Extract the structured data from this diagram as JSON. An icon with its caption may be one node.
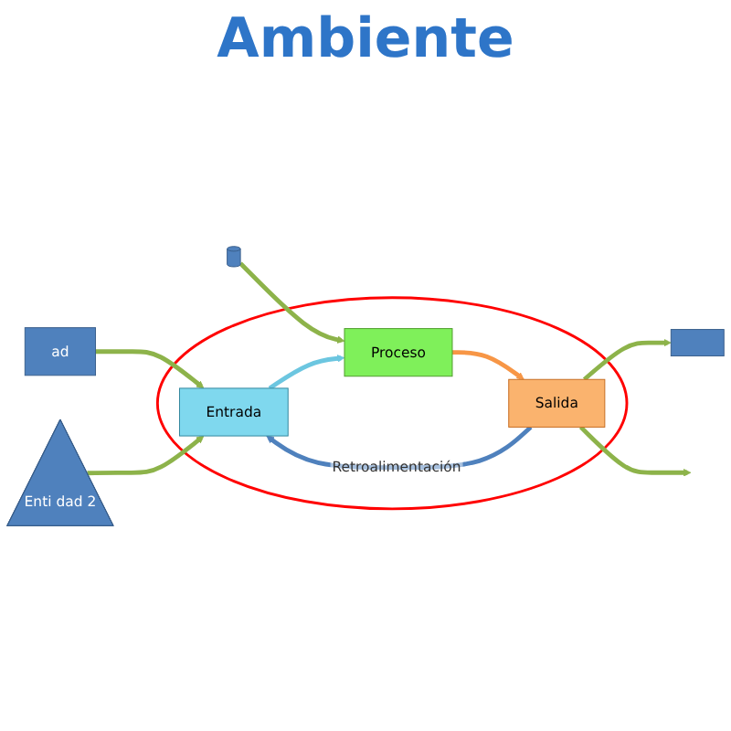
{
  "diagram": {
    "title": "Ambiente",
    "nodes": [
      {
        "text": [
          "ad"
        ]
      },
      {
        "text": [
          "Enti dad 2"
        ]
      },
      {
        "text": [],
        "shape": "cylinder"
      },
      {
        "text": [],
        "shape": "box"
      },
      {
        "text": [],
        "shape": "ellipse"
      },
      {
        "text": [
          "Entrada"
        ],
        "in": 4
      },
      {
        "text": [
          "Proceso"
        ],
        "in": 4
      },
      {
        "text": [
          "Salida"
        ],
        "in": 4
      }
    ],
    "edges": [
      {
        "from": 0,
        "to": 5,
        "arrow": "to"
      },
      {
        "from": 1,
        "to": 5,
        "arrow": "to"
      },
      {
        "from": 2,
        "to": 6,
        "arrow": "to"
      },
      {
        "from": 7,
        "to": 3,
        "arrow": "to"
      },
      {
        "from": 5,
        "to": 6,
        "arrow": "to",
        "color": "#6cc6e0"
      },
      {
        "from": 6,
        "to": 7,
        "arrow": "to",
        "color": "#f79646"
      },
      {
        "from": 7,
        "to": null,
        "arrow": "to"
      },
      {
        "from": 7,
        "to": 5,
        "label": "Retroalimentación",
        "arrow": "to",
        "color": "#4f81bd"
      }
    ]
  }
}
